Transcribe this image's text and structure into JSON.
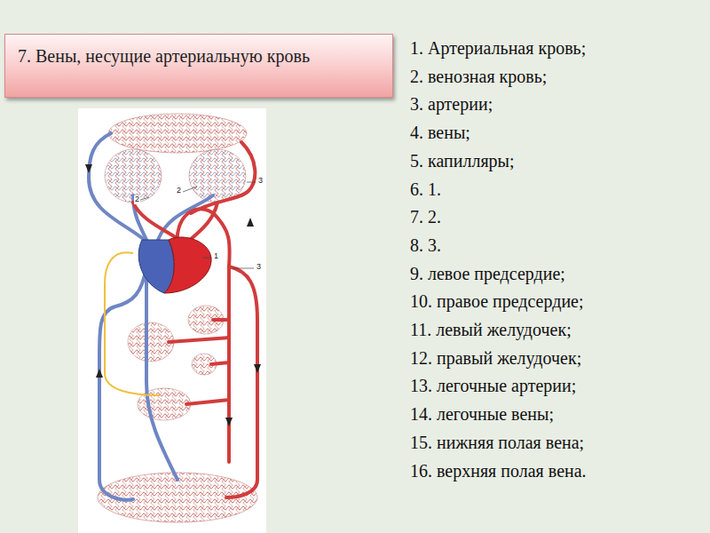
{
  "diagram": {
    "nodes": [
      {
        "text": [
          "7. Вены, несущие артериальную кровь"
        ]
      }
    ],
    "labels": [
      "1. Артериальная кровь;",
      "2. венозная кровь;",
      "3. артерии;",
      "4. вены;",
      "5. капилляры;",
      "6. 1.",
      "7. 2.",
      "8. 3.",
      "9. левое предсердие;",
      "10. правое предсердие;",
      "11. левый желудочек;",
      "12. правый желудочек;",
      "13. легочные артерии;",
      "14. легочные вены;",
      "15. нижняя полая вена;",
      "16. верхняя полая вена.",
      "3",
      "2",
      "2",
      "1",
      "3"
    ]
  }
}
